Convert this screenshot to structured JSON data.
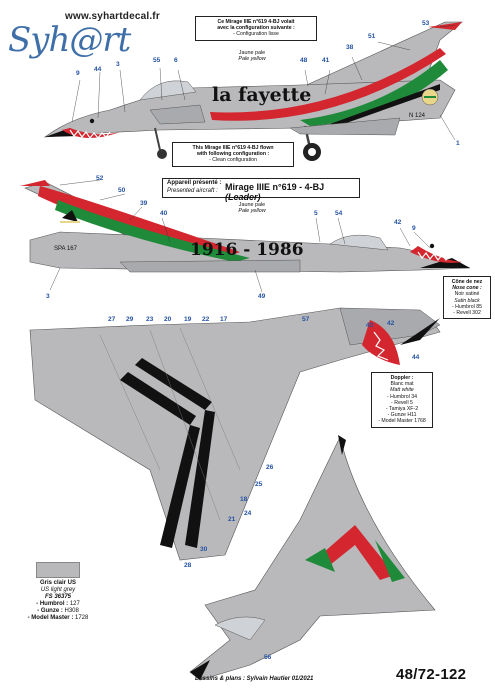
{
  "header": {
    "url": "www.syhartdecal.fr",
    "logo_text": "Syh@rt"
  },
  "notes": {
    "config1_fr_1": "Ce Mirage IIIE n°619 4-BJ volait",
    "config1_fr_2": "avec la configuration suivante :",
    "config1_fr_3": "- Configuration lisse",
    "config2_en_1": "This Mirage IIIE n°619 4-BJ flown",
    "config2_en_2": "with following configuration :",
    "config2_en_3": "- Clean configuration",
    "jaune_fr": "Jaune pale",
    "jaune_en": "Pale yellow",
    "jaune2_fr": "Jaune pale",
    "jaune2_en": "Pale yellow"
  },
  "presented": {
    "label_fr": "Appareil présenté :",
    "label_en": "Presented aircraft :",
    "title": "Mirage IIIE n°619 - 4-BJ",
    "title_suffix": "(Leader)"
  },
  "nose_cone": {
    "title_fr": "Cône de nez",
    "title_en": "Nose cone :",
    "line1": "Noir satiné",
    "line2": "Satin black",
    "line3": "- Humbrol 85",
    "line4": "- Revell 302"
  },
  "doppler": {
    "title": "Doppler :",
    "line1": "Blanc mat",
    "line2": "Matt white",
    "line3": "- Humbrol 34",
    "line4": "- Revell 5",
    "line5": "- Tamiya XF-2",
    "line6": "- Gunze H11",
    "line7": "- Model Master 1768"
  },
  "aircraft_markings": {
    "side1_name": "la fayette",
    "side1_code": "N 124",
    "side2_years": "1916 - 1986",
    "side2_code": "SPA 167"
  },
  "swatch": {
    "color": "#b9b9bb",
    "name_fr": "Gris clair US",
    "name_en": "US light grey",
    "fs": "FS 36375",
    "humbrol_label": "- Humbrol :",
    "humbrol": "127",
    "gunze_label": "- Gunze :",
    "gunze": "H308",
    "mm_label": "- Model Master :",
    "mm": "1728"
  },
  "footer": {
    "credit": "Dessins & plans : Sylvain Hautier 01/2021",
    "ref": "48/72-122"
  },
  "colors": {
    "grey": "#b9b9bb",
    "red": "#d3262f",
    "green": "#1f8a3a",
    "black": "#111111",
    "callout": "#2452a3"
  },
  "callouts": {
    "side1": [
      "9",
      "44",
      "3",
      "55",
      "6",
      "48",
      "41",
      "38",
      "51",
      "53",
      "1"
    ],
    "side2": [
      "52",
      "50",
      "39",
      "40",
      "5",
      "54",
      "42",
      "9",
      "3",
      "49"
    ],
    "top": [
      "27",
      "29",
      "23",
      "20",
      "19",
      "22",
      "17",
      "57",
      "43",
      "42",
      "44",
      "26",
      "25",
      "18",
      "24",
      "21",
      "30",
      "28"
    ],
    "bottom": [
      "56"
    ]
  }
}
